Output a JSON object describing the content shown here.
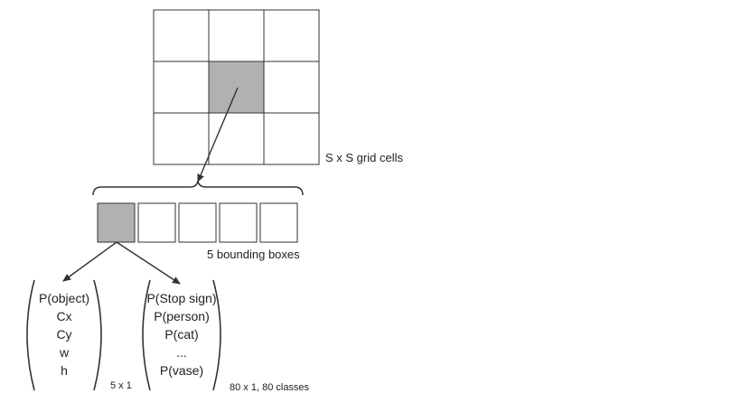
{
  "grid": {
    "rows": 3,
    "cols": 3,
    "highlighted_cell": {
      "row": 1,
      "col": 1
    },
    "label": "S x S grid cells"
  },
  "boxes": {
    "count": 5,
    "highlighted_index": 0,
    "label": "5 bounding boxes"
  },
  "box_vector": {
    "items": [
      "P(object)",
      "Cx",
      "Cy",
      "w",
      "h"
    ],
    "size_label": "5 x 1"
  },
  "class_vector": {
    "items": [
      "P(Stop sign)",
      "P(person)",
      "P(cat)",
      "...",
      "P(vase)"
    ],
    "size_label": "80 x 1, 80 classes"
  },
  "colors": {
    "stroke": "#333333",
    "highlight": "#b3b0b0",
    "background": "#ffffff"
  }
}
